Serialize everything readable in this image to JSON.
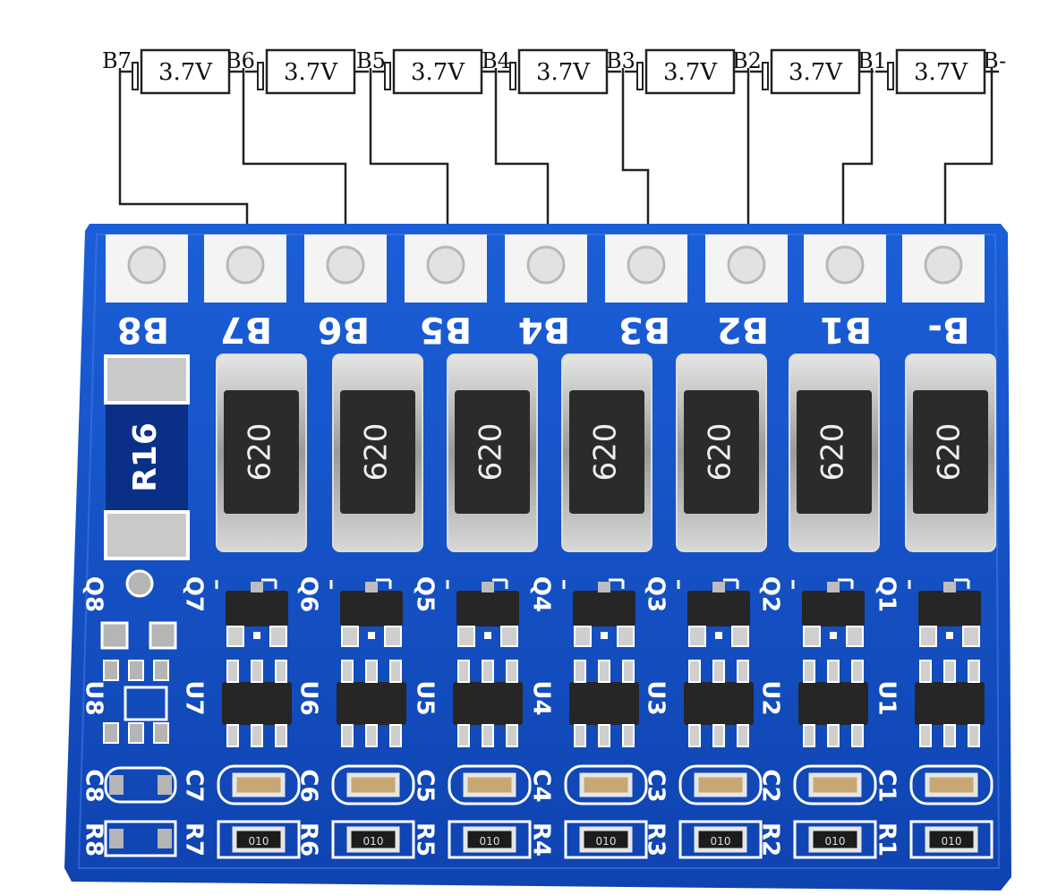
{
  "diagram": {
    "terminals": [
      "B7",
      "B6",
      "B5",
      "B4",
      "B3",
      "B2",
      "B1",
      "B-"
    ],
    "cells": [
      "3.7V",
      "3.7V",
      "3.7V",
      "3.7V",
      "3.7V",
      "3.7V",
      "3.7V"
    ]
  },
  "board": {
    "pad_labels": [
      "B8",
      "B7",
      "B6",
      "B5",
      "B4",
      "B3",
      "B2",
      "B1",
      "B-"
    ],
    "resistor_label": "R16",
    "resistor_code": "620",
    "mosfet_labels": [
      "Q8",
      "Q7",
      "Q6",
      "Q5",
      "Q4",
      "Q3",
      "Q2",
      "Q1"
    ],
    "ic_labels": [
      "U8",
      "U7",
      "U6",
      "U5",
      "U4",
      "U3",
      "U2",
      "U1"
    ],
    "cap_labels": [
      "C8",
      "C7",
      "C6",
      "C5",
      "C4",
      "C3",
      "C2",
      "C1"
    ],
    "small_res_labels": [
      "R8",
      "R7",
      "R6",
      "R5",
      "R4",
      "R3",
      "R2",
      "R1"
    ],
    "small_res_code": "010",
    "colors": {
      "pcb": "#1550c8",
      "pcb_dark": "#0a2f86",
      "pad": "#f4f4f4",
      "resistor_body": "#2b2b2b",
      "silk": "#ffffff"
    }
  }
}
